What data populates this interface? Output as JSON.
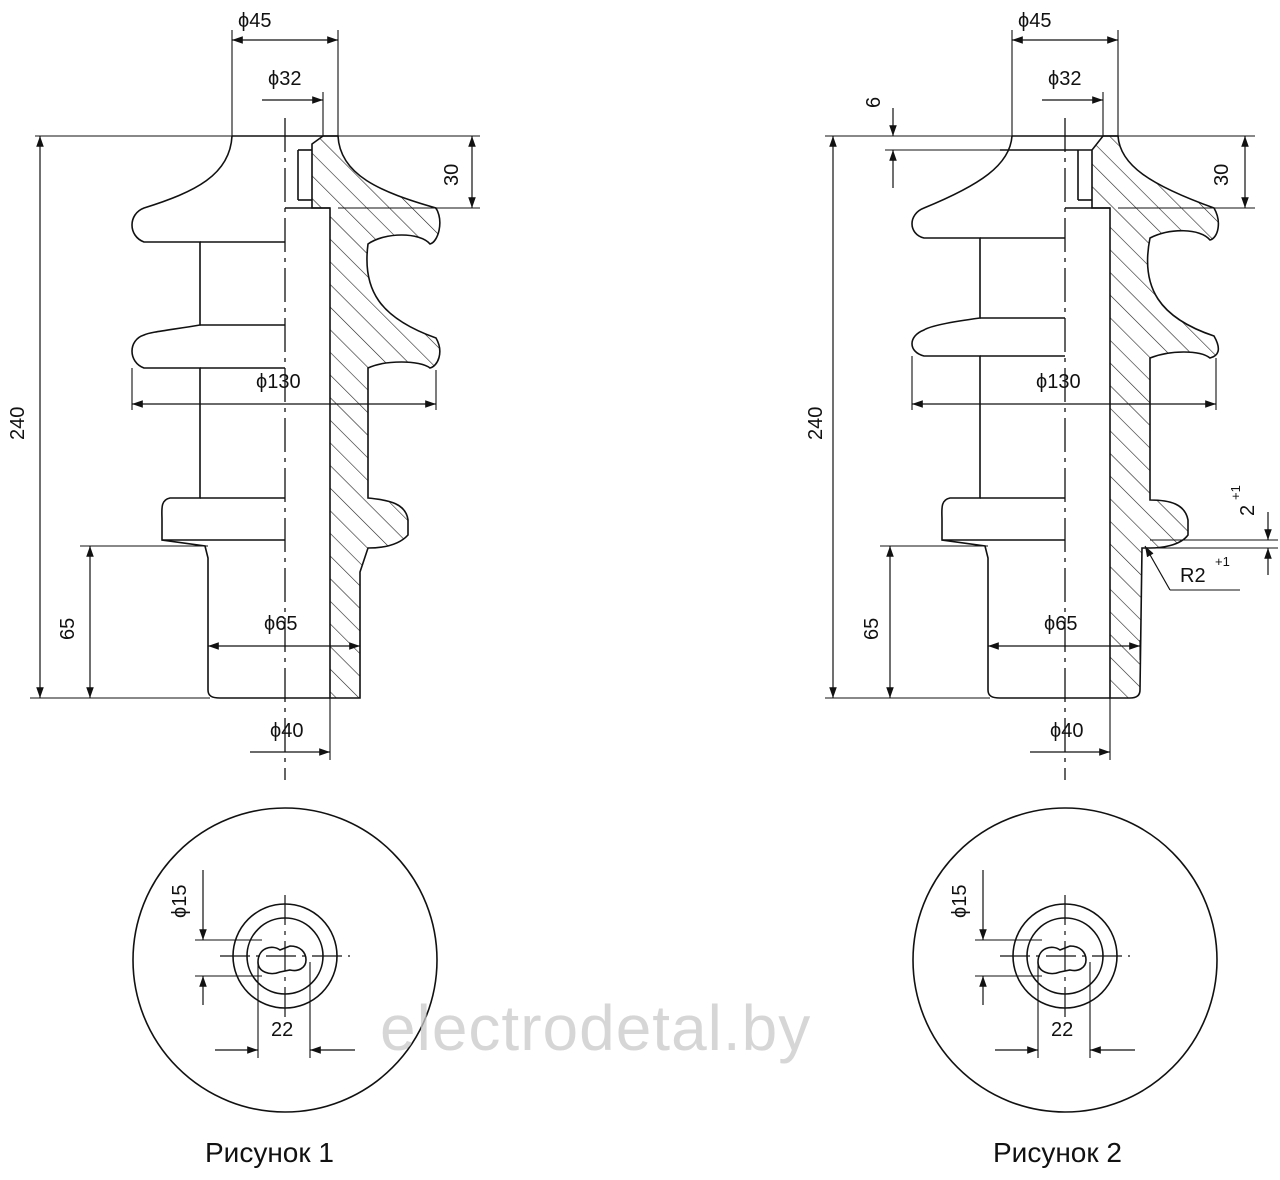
{
  "figure1": {
    "caption": "Рисунок 1",
    "dims": {
      "d45": "ϕ45",
      "d32": "ϕ32",
      "h30": "30",
      "h240": "240",
      "d130": "ϕ130",
      "h65": "65",
      "d65": "ϕ65",
      "d40": "ϕ40",
      "d15": "ϕ15",
      "w22": "22"
    }
  },
  "figure2": {
    "caption": "Рисунок 2",
    "dims": {
      "d45": "ϕ45",
      "d32": "ϕ32",
      "h6": "6",
      "h30": "30",
      "h240": "240",
      "d130": "ϕ130",
      "h65": "65",
      "d65": "ϕ65",
      "d40": "ϕ40",
      "d15": "ϕ15",
      "w22": "22",
      "gap": "2",
      "gap_tol": "+1",
      "radius": "R2",
      "radius_tol": "+1"
    }
  },
  "watermark": "electrodetal.by"
}
